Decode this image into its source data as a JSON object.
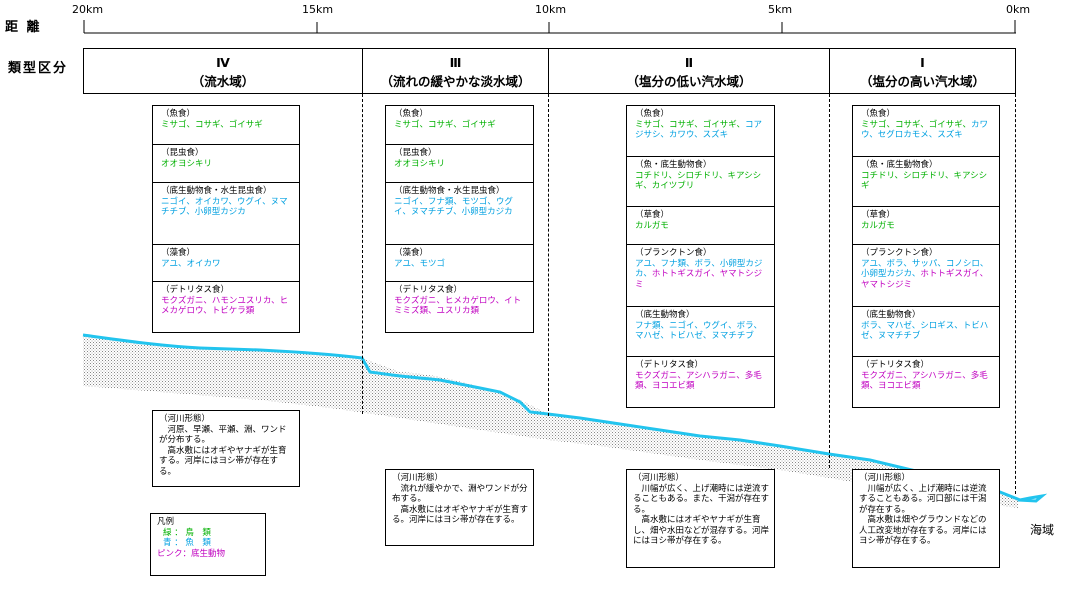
{
  "header": {
    "distance_label": "距 離",
    "type_label": "類型区分",
    "ticks": [
      "20km",
      "15km",
      "10km",
      "5km",
      "0km"
    ]
  },
  "zones": [
    {
      "numeral": "Ⅳ",
      "name": "（流水域）"
    },
    {
      "numeral": "Ⅲ",
      "name": "（流れの緩やかな淡水域）"
    },
    {
      "numeral": "Ⅱ",
      "name": "（塩分の低い汽水域）"
    },
    {
      "numeral": "Ⅰ",
      "name": "（塩分の高い汽水域）"
    }
  ],
  "boxes": [
    {
      "cells": [
        {
          "h": "（魚食）",
          "parts": [
            {
              "t": "ミサゴ、コサギ、ゴイサギ",
              "k": "g"
            }
          ]
        },
        {
          "h": "（昆虫食）",
          "parts": [
            {
              "t": "オオヨシキリ",
              "k": "g"
            }
          ]
        },
        {
          "h": "（底生動物食・水生昆虫食）",
          "parts": [
            {
              "t": "ニゴイ、オイカワ、ウグイ、ヌマチチブ、小卵型カジカ",
              "k": "c"
            }
          ]
        },
        {
          "h": "（藻食）",
          "parts": [
            {
              "t": "アユ、オイカワ",
              "k": "c"
            }
          ]
        },
        {
          "h": "（デトリタス食）",
          "parts": [
            {
              "t": "モクズガニ、ハモンユスリカ、ヒメカゲロウ、トビケラ類",
              "k": "p"
            }
          ]
        }
      ]
    },
    {
      "cells": [
        {
          "h": "（魚食）",
          "parts": [
            {
              "t": "ミサゴ、コサギ、ゴイサギ",
              "k": "g"
            }
          ]
        },
        {
          "h": "（昆虫食）",
          "parts": [
            {
              "t": "オオヨシキリ",
              "k": "g"
            }
          ]
        },
        {
          "h": "（底生動物食・水生昆虫食）",
          "parts": [
            {
              "t": "ニゴイ、フナ類、モツゴ、ウグイ、ヌマチチブ、小卵型カジカ",
              "k": "c"
            }
          ]
        },
        {
          "h": "（藻食）",
          "parts": [
            {
              "t": "アユ、モツゴ",
              "k": "c"
            }
          ]
        },
        {
          "h": "（デトリタス食）",
          "parts": [
            {
              "t": "モクズガニ、ヒメカゲロウ、イトミミズ類、ユスリカ類",
              "k": "p"
            }
          ]
        }
      ]
    },
    {
      "cells": [
        {
          "h": "（魚食）",
          "parts": [
            {
              "t": "ミサゴ、コサギ、ゴイサギ、",
              "k": "g"
            },
            {
              "t": "コアジサシ、カワウ、スズキ",
              "k": "c"
            }
          ]
        },
        {
          "h": "（魚・底生動物食）",
          "parts": [
            {
              "t": "コチドリ、シロチドリ、キアシシギ、カイツブリ",
              "k": "g"
            }
          ]
        },
        {
          "h": "（草食）",
          "parts": [
            {
              "t": "カルガモ",
              "k": "g"
            }
          ]
        },
        {
          "h": "（プランクトン食）",
          "parts": [
            {
              "t": "アユ、フナ類、ボラ、小卵型カジカ、",
              "k": "c"
            },
            {
              "t": "ホトトギスガイ、ヤマトシジミ",
              "k": "p"
            }
          ]
        },
        {
          "h": "（底生動物食）",
          "parts": [
            {
              "t": "フナ類、ニゴイ、ウグイ、ボラ、マハゼ、トビハゼ、ヌマチチブ",
              "k": "c"
            }
          ]
        },
        {
          "h": "（デトリタス食）",
          "parts": [
            {
              "t": "モクズガニ、アシハラガニ、多毛類、ヨコエビ類",
              "k": "p"
            }
          ]
        }
      ]
    },
    {
      "cells": [
        {
          "h": "（魚食）",
          "parts": [
            {
              "t": "ミサゴ、コサギ、ゴイサギ、",
              "k": "g"
            },
            {
              "t": "カワウ、セグロカモメ、スズキ",
              "k": "c"
            }
          ]
        },
        {
          "h": "（魚・底生動物食）",
          "parts": [
            {
              "t": "コチドリ、シロチドリ、キアシシギ",
              "k": "g"
            }
          ]
        },
        {
          "h": "（草食）",
          "parts": [
            {
              "t": "カルガモ",
              "k": "g"
            }
          ]
        },
        {
          "h": "（プランクトン食）",
          "parts": [
            {
              "t": "アユ、ボラ、サッパ、コノシロ、小卵型カジカ、",
              "k": "c"
            },
            {
              "t": "ホトトギスガイ、ヤマトシジミ",
              "k": "p"
            }
          ]
        },
        {
          "h": "（底生動物食）",
          "parts": [
            {
              "t": "ボラ、マハゼ、シロギス、トビハゼ、ヌマチチブ",
              "k": "c"
            }
          ]
        },
        {
          "h": "（デトリタス食）",
          "parts": [
            {
              "t": "モクズガニ、アシハラガニ、多毛類、ヨコエビ類",
              "k": "p"
            }
          ]
        }
      ]
    }
  ],
  "notes": [
    {
      "title": "（河川形態）",
      "text": "　河原、早瀬、平瀬、淵、ワンドが分布する。\n　高水敷にはオギやヤナギが生育する。河岸にはヨシ帯が存在する。"
    },
    {
      "title": "（河川形態）",
      "text": "　流れが緩やかで、淵やワンドが分布する。\n　高水敷にはオギやヤナギが生育する。河岸にはヨシ帯が存在する。"
    },
    {
      "title": "（河川形態）",
      "text": "　川幅が広く、上げ潮時には逆流することもある。また、干潟が存在する。\n　高水敷にはオギやヤナギが生育し、畑や水田などが混存する。河岸にはヨシ帯が存在する。"
    },
    {
      "title": "（河川形態）",
      "text": "　川幅が広く、上げ潮時には逆流することもある。河口部には干潟が存在する。\n　高水敷は畑やグラウンドなどの人工改変地が存在する。河岸にはヨシ帯が存在する。"
    }
  ],
  "legend": {
    "title": "凡例",
    "items": [
      {
        "text": "緑 ： 鳥　類",
        "k": "g"
      },
      {
        "text": "青 ： 魚　類",
        "k": "c"
      },
      {
        "text": "ピンク：底生動物",
        "k": "p"
      }
    ]
  },
  "sea_label": "海域",
  "colors": {
    "green": "#00b000",
    "cyan": "#00a0e0",
    "pink": "#c000c0",
    "river": "#22c4ee",
    "bank": "#aaaaaa"
  }
}
